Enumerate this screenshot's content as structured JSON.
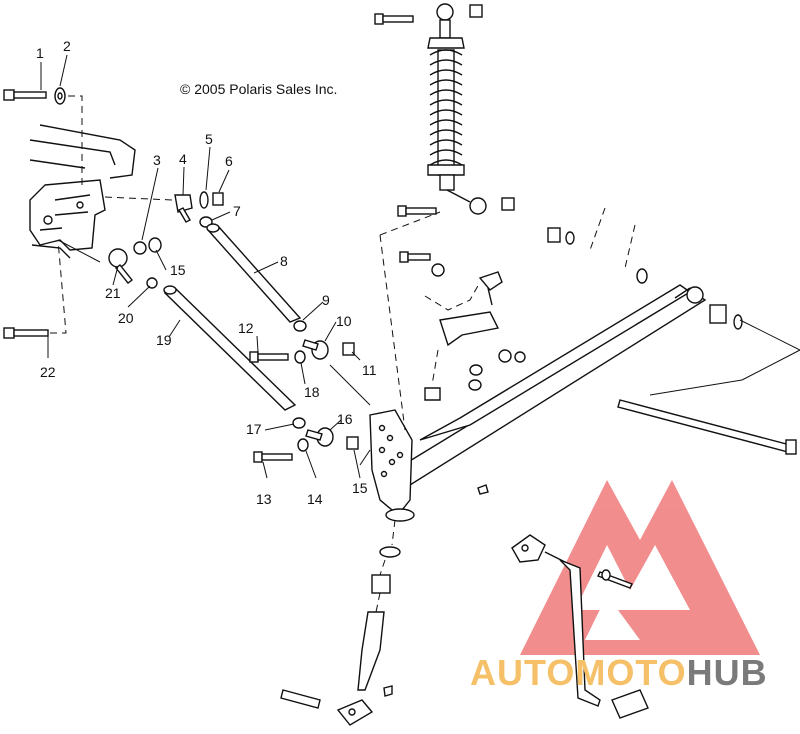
{
  "copyright": "© 2005 Polaris Sales Inc.",
  "watermark": {
    "prefix": "AUTOMOTO",
    "suffix": "HUB",
    "colors": {
      "prefix": "#f5c067",
      "suffix": "#7a7a7a",
      "logo": "#f07a7a"
    }
  },
  "part_labels": [
    {
      "id": "p1",
      "text": "1"
    },
    {
      "id": "p2",
      "text": "2"
    },
    {
      "id": "p3",
      "text": "3"
    },
    {
      "id": "p4",
      "text": "4"
    },
    {
      "id": "p5",
      "text": "5"
    },
    {
      "id": "p6",
      "text": "6"
    },
    {
      "id": "p7",
      "text": "7"
    },
    {
      "id": "p8",
      "text": "8"
    },
    {
      "id": "p9",
      "text": "9"
    },
    {
      "id": "p10",
      "text": "10"
    },
    {
      "id": "p11",
      "text": "11"
    },
    {
      "id": "p12",
      "text": "12"
    },
    {
      "id": "p13",
      "text": "13"
    },
    {
      "id": "p14",
      "text": "14"
    },
    {
      "id": "p15a",
      "text": "15"
    },
    {
      "id": "p15b",
      "text": "15"
    },
    {
      "id": "p16",
      "text": "16"
    },
    {
      "id": "p17",
      "text": "17"
    },
    {
      "id": "p18",
      "text": "18"
    },
    {
      "id": "p19",
      "text": "19"
    },
    {
      "id": "p20",
      "text": "20"
    },
    {
      "id": "p21",
      "text": "21"
    },
    {
      "id": "p22",
      "text": "22"
    }
  ]
}
